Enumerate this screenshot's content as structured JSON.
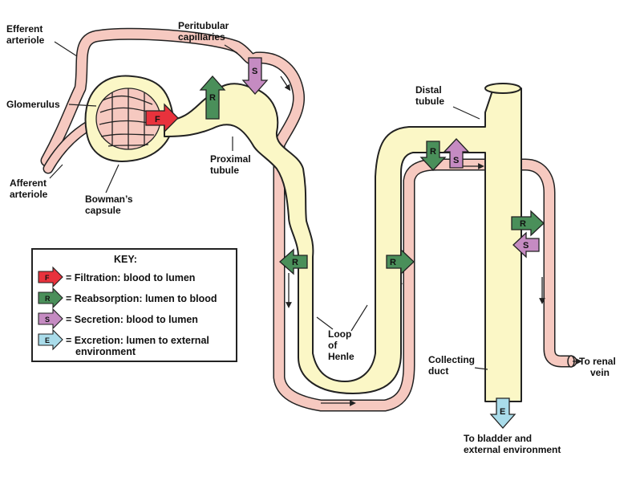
{
  "labels": {
    "efferent_1": "Efferent",
    "efferent_2": "arteriole",
    "glomerulus": "Glomerulus",
    "afferent_1": "Afferent",
    "afferent_2": "arteriole",
    "bowmans_1": "Bowman’s",
    "bowmans_2": "capsule",
    "peritubular_1": "Peritubular",
    "peritubular_2": "capillaries",
    "proximal_1": "Proximal",
    "proximal_2": "tubule",
    "distal_1": "Distal",
    "distal_2": "tubule",
    "loop_1": "Loop",
    "loop_2": "of",
    "loop_3": "Henle",
    "collecting_1": "Collecting",
    "collecting_2": "duct",
    "renal_1": "To renal",
    "renal_2": "vein",
    "bladder_1": "To bladder and",
    "bladder_2": "external environment"
  },
  "arrow_letters": {
    "F": "F",
    "R": "R",
    "S": "S",
    "E": "E"
  },
  "key": {
    "title": "KEY:",
    "items": [
      {
        "letter": "F",
        "text": "= Filtration: blood to lumen"
      },
      {
        "letter": "R",
        "text": "= Reabsorption: lumen to blood"
      },
      {
        "letter": "S",
        "text": "= Secretion: blood to lumen"
      },
      {
        "letter": "E",
        "text": "= Excretion: lumen to external"
      }
    ],
    "item_4_line2": "environment"
  },
  "colors": {
    "tubule_fill": "#fbf7c6",
    "capillary_fill": "#f6c9c0",
    "outline": "#222222",
    "filtration_red": "#e8323c",
    "reabsorption_green": "#4a8f5a",
    "secretion_purple": "#c58bc2",
    "excretion_blue": "#a9dcea"
  }
}
